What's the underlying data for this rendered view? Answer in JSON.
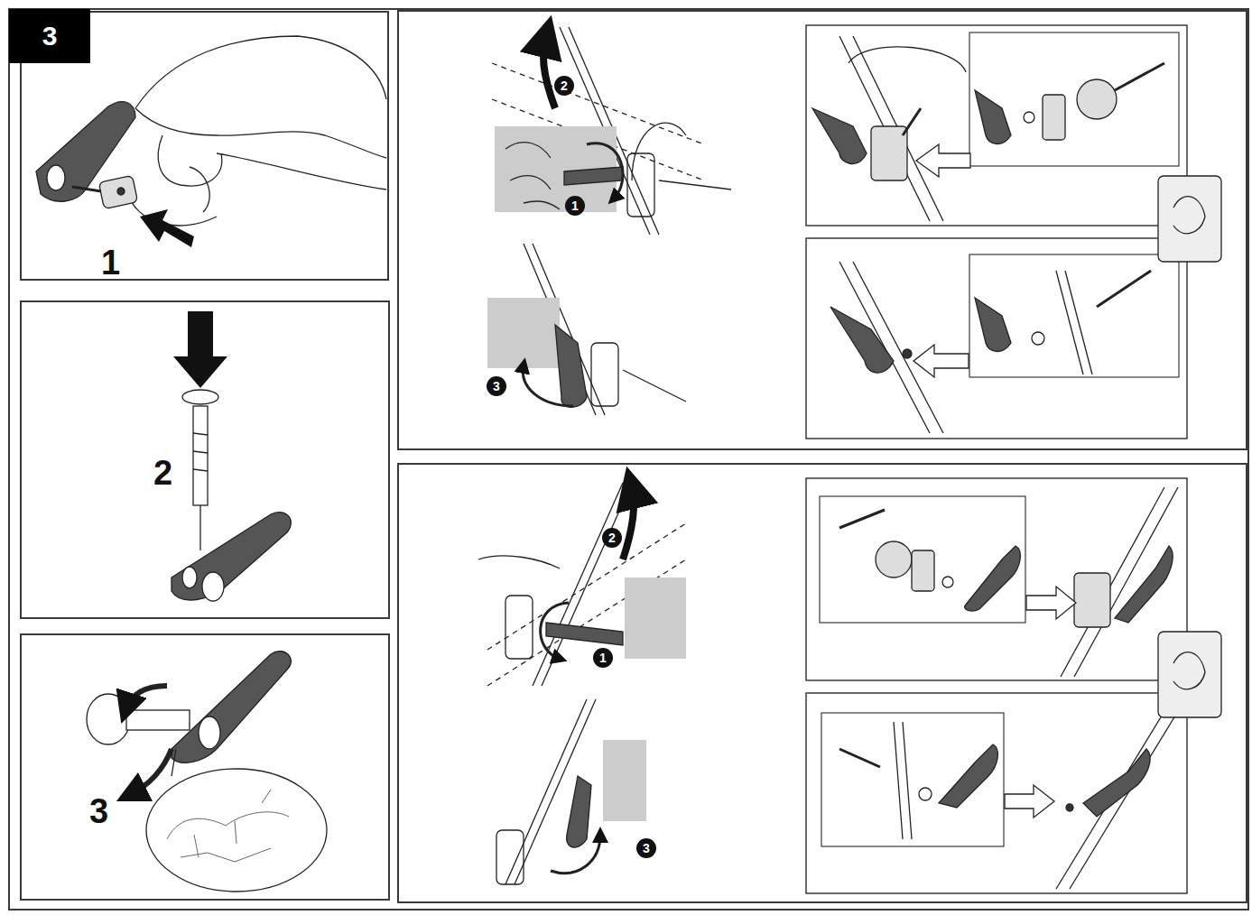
{
  "diagram": {
    "nodes": [
      {
        "text": [
          "3"
        ]
      },
      {
        "text": [
          "1"
        ]
      },
      {
        "text": [
          "2"
        ]
      },
      {
        "text": [
          "3"
        ]
      }
    ],
    "labels": [
      "2",
      "1",
      "3",
      "2",
      "1",
      "3"
    ]
  }
}
